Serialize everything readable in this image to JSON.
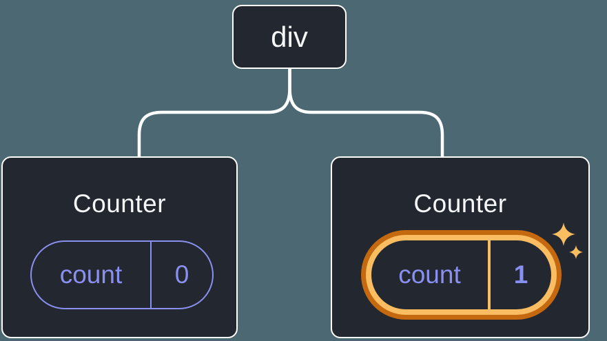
{
  "diagram": {
    "name": "react-component-tree-state-diagram",
    "background_color": "#4C6973",
    "node_fill_color": "#23272F",
    "node_border_color": "#FFFFFF",
    "text_color": "#F6F7F9",
    "state_accent_color": "#8A90F0",
    "highlight_color": "#FABD62",
    "highlight_dark_color": "#C4690F",
    "root": {
      "label": "div"
    },
    "children": [
      {
        "title": "Counter",
        "state_key": "count",
        "state_value": "0",
        "highlighted": false
      },
      {
        "title": "Counter",
        "state_key": "count",
        "state_value": "1",
        "highlighted": true,
        "icon": "sparkles-icon"
      }
    ]
  }
}
